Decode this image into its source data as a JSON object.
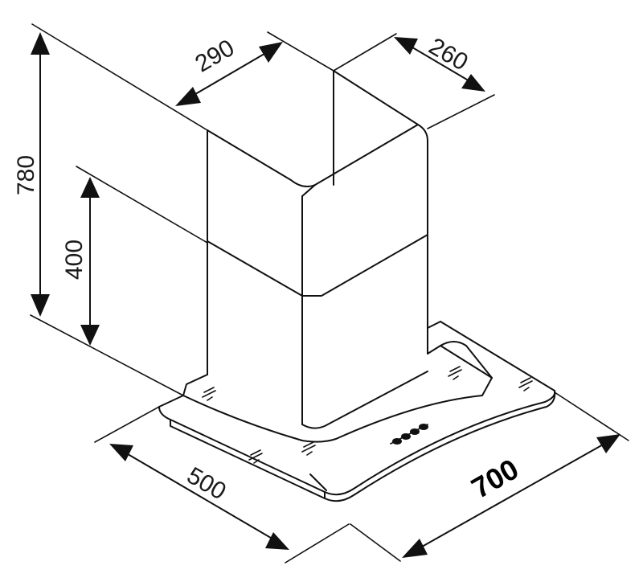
{
  "dimensions": {
    "height_total": "780",
    "height_chimney": "400",
    "chimney_width": "290",
    "chimney_depth": "260",
    "hood_depth": "500",
    "hood_width": "700"
  },
  "colors": {
    "line": "#111111",
    "background": "#ffffff"
  }
}
